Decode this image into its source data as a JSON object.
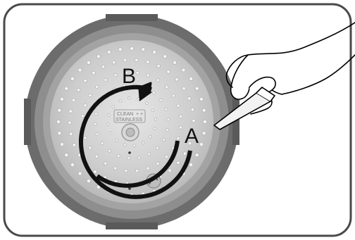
{
  "figure": {
    "labels": {
      "step_a": "A",
      "step_b": "B"
    },
    "embossed_text": {
      "line1": "CLEAN",
      "line1_suffix": "+ +",
      "line2": "STAINLESS"
    }
  },
  "colors": {
    "frame_stroke": "#555555",
    "frame_fill": "#ffffff",
    "outer_rim": "#6b6b6b",
    "inner_rim": "#8c8c8c",
    "plate": "#cfcfcf",
    "plate_edge": "#e2e2e2",
    "arrow": "#111111",
    "hand_outline": "#000000"
  },
  "icons": [
    "pressure-cooker-lid",
    "rotate-arrow",
    "hand-with-spatula"
  ]
}
